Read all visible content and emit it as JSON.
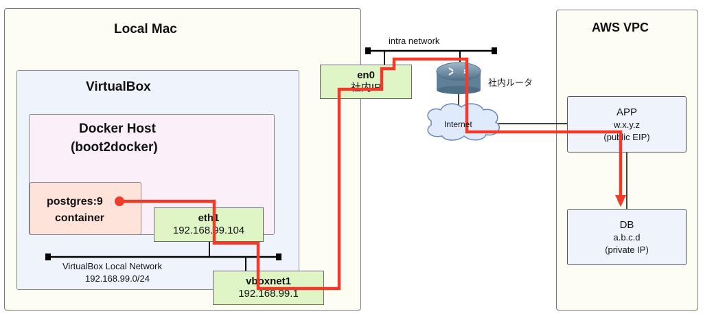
{
  "local_mac": {
    "title": "Local Mac"
  },
  "virtualbox": {
    "title": "VirtualBox"
  },
  "docker_host": {
    "title_line1": "Docker Host",
    "title_line2": "(boot2docker)"
  },
  "container": {
    "line1": "postgres:9",
    "line2": "container"
  },
  "eth1": {
    "name": "eth1",
    "ip": "192.168.99.104"
  },
  "vbox_network": {
    "label": "VirtualBox Local Network",
    "cidr": "192.168.99.0/24"
  },
  "vboxnet1": {
    "name": "vboxnet1",
    "ip": "192.168.99.1"
  },
  "en0": {
    "name": "en0",
    "ip": "社内IP"
  },
  "intra_network": {
    "label": "intra network"
  },
  "router": {
    "label": "社内ルータ",
    "icon": "router-icon"
  },
  "internet": {
    "label": "Internet",
    "icon": "cloud-icon"
  },
  "aws_vpc": {
    "title": "AWS VPC"
  },
  "app": {
    "name": "APP",
    "ip": "w.x.y.z",
    "note": "(public EIP)"
  },
  "db": {
    "name": "DB",
    "ip": "a.b.c.d",
    "note": "(private IP)"
  },
  "colors": {
    "path": "#f03a2a",
    "nic_fill": "#dff5c6",
    "container_fill": "#fde3da",
    "docker_fill": "#fbeffa",
    "vbox_fill": "#eef3fc",
    "mac_fill": "#fdfdf3"
  }
}
